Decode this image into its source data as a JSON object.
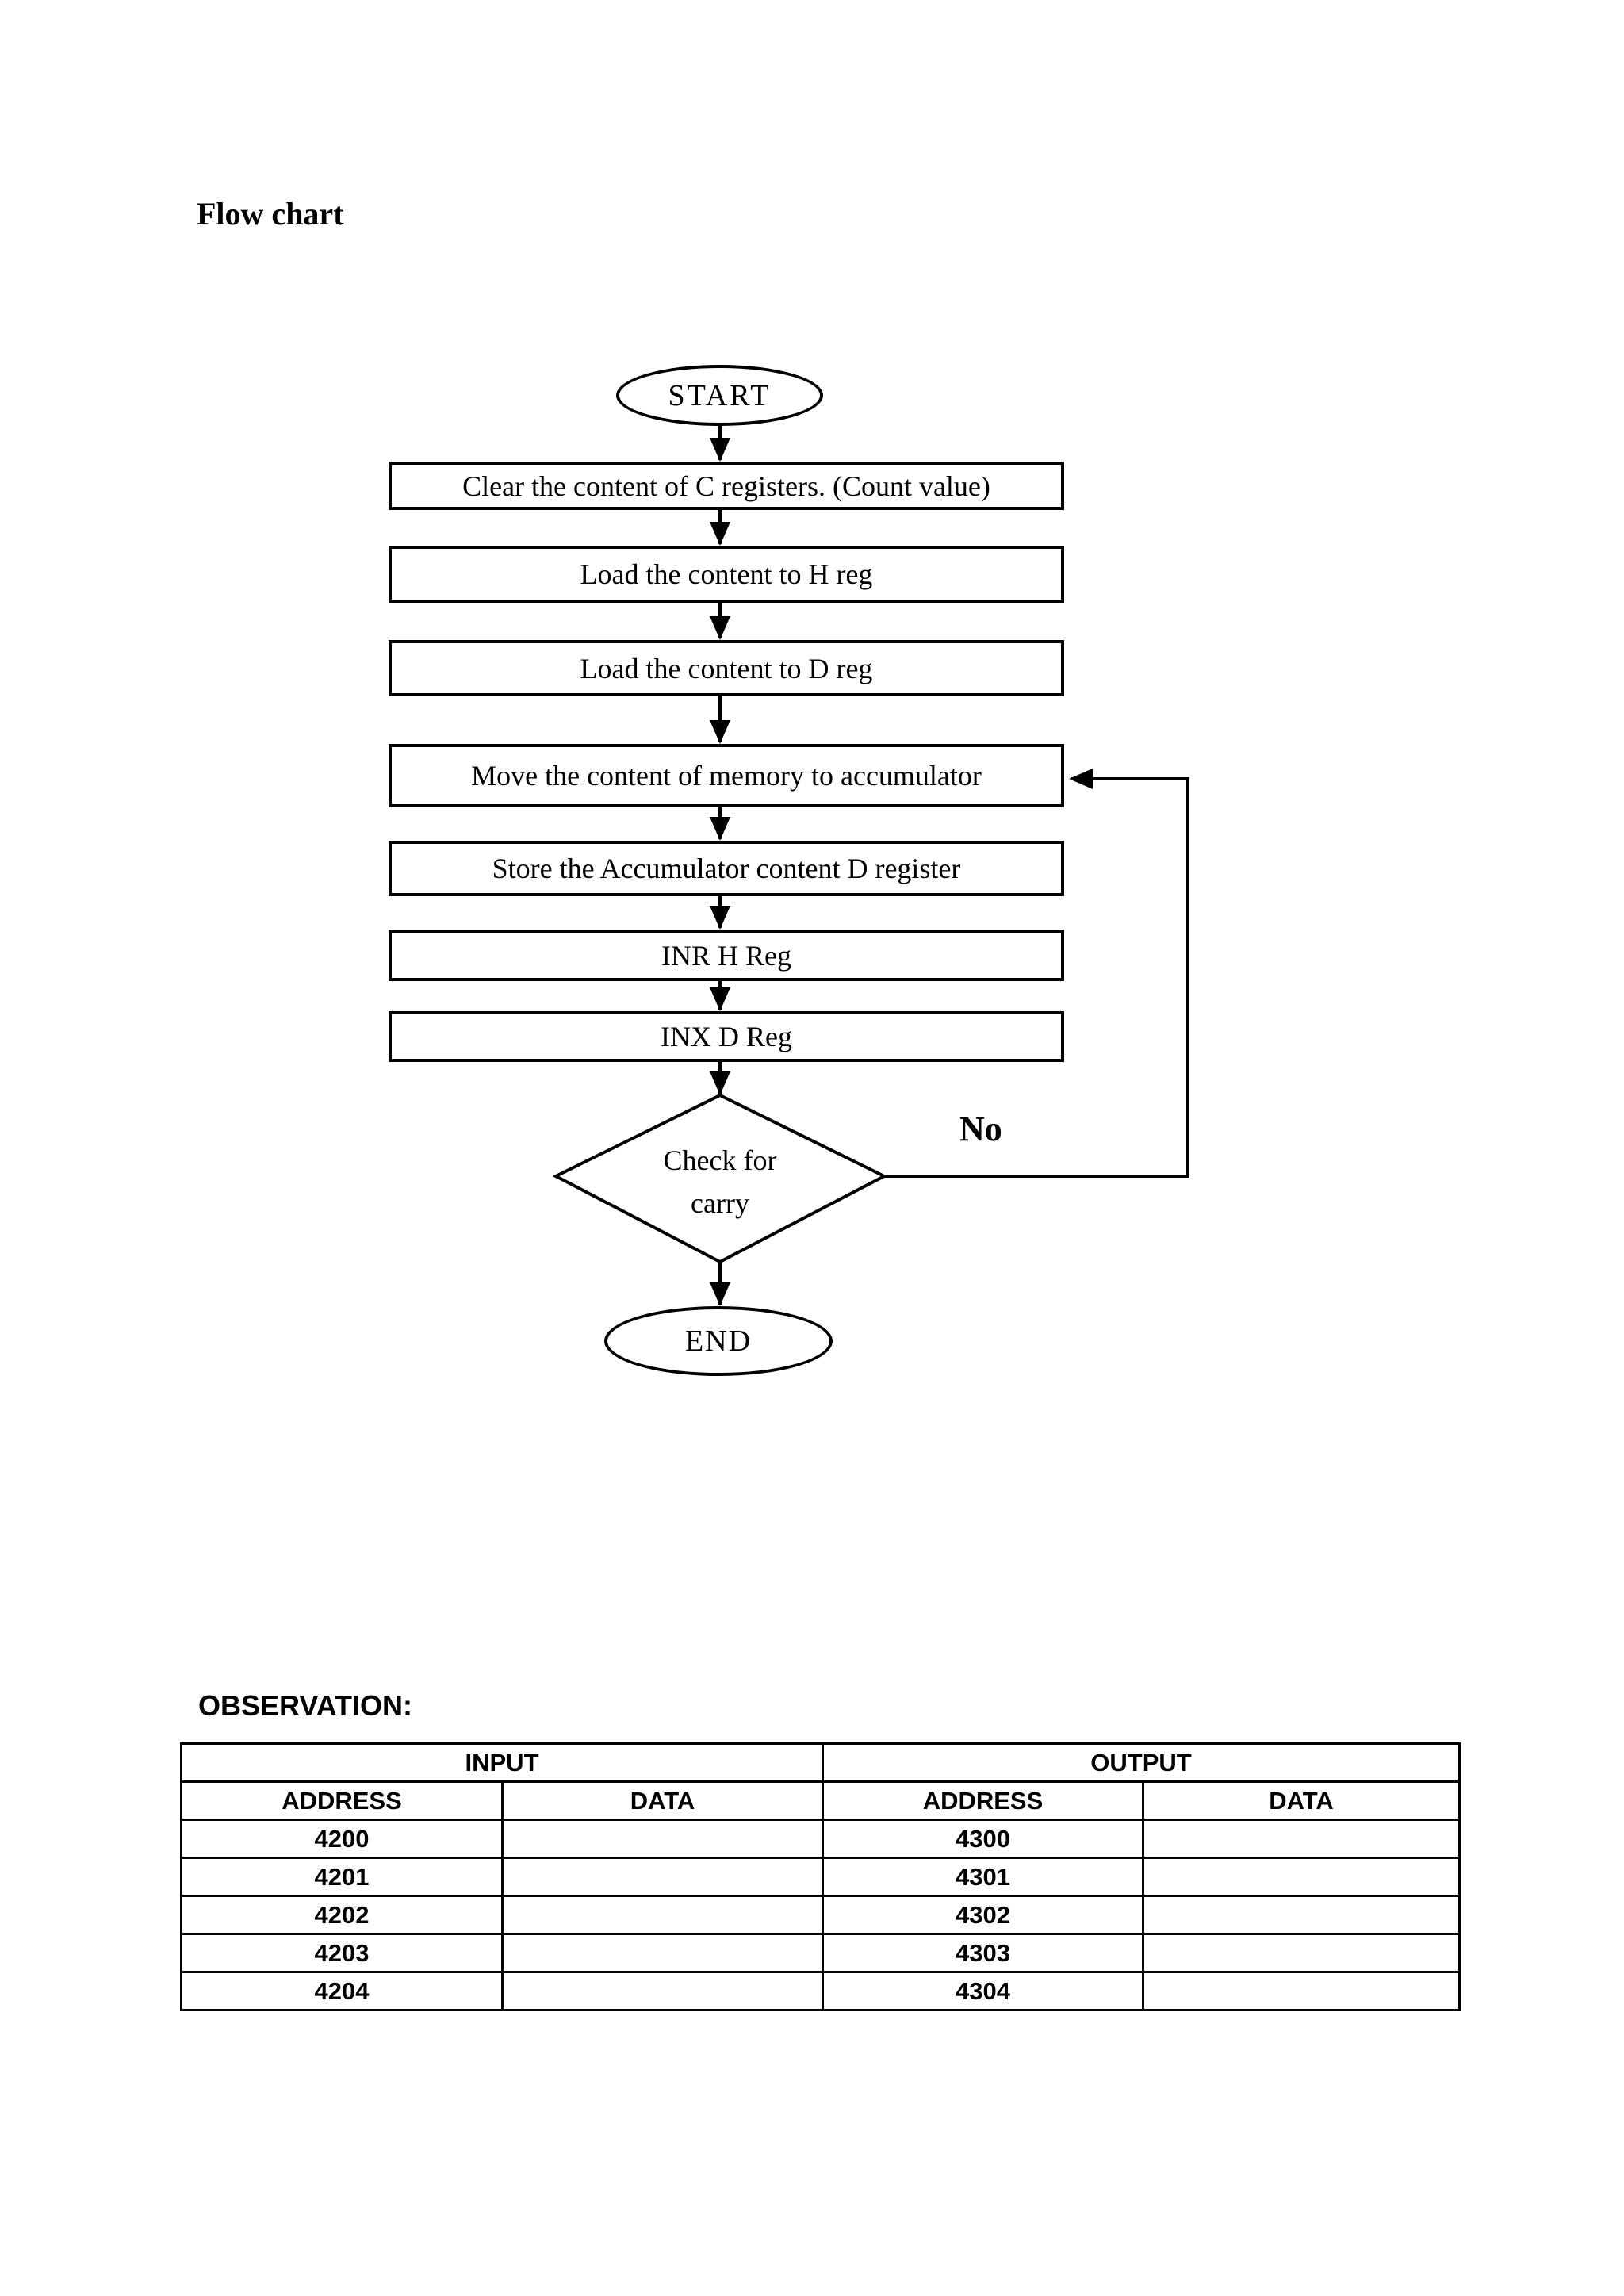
{
  "page": {
    "title": "Flow chart"
  },
  "flowchart": {
    "start_label": "START",
    "steps": [
      {
        "label": "Clear the content of C registers. (Count value)"
      },
      {
        "label": "Load the content to H reg"
      },
      {
        "label": "Load the content to D reg"
      },
      {
        "label": "Move the content of memory to accumulator"
      },
      {
        "label": "Store the Accumulator content D register"
      },
      {
        "label": "INR H Reg"
      },
      {
        "label": "INX D Reg"
      }
    ],
    "decision": {
      "line1": "Check for",
      "line2": "carry"
    },
    "no_label": "No",
    "end_label": "END"
  },
  "observation": {
    "heading": "OBSERVATION:"
  },
  "table": {
    "sections": [
      "INPUT",
      "OUTPUT"
    ],
    "columns": [
      "ADDRESS",
      "DATA",
      "ADDRESS",
      "DATA"
    ],
    "rows": [
      [
        "4200",
        "",
        "4300",
        ""
      ],
      [
        "4201",
        "",
        "4301",
        ""
      ],
      [
        "4202",
        "",
        "4302",
        ""
      ],
      [
        "4203",
        "",
        "4303",
        ""
      ],
      [
        "4204",
        "",
        "4304",
        ""
      ]
    ]
  },
  "colors": {
    "ink": "#000000",
    "paper": "#ffffff"
  }
}
